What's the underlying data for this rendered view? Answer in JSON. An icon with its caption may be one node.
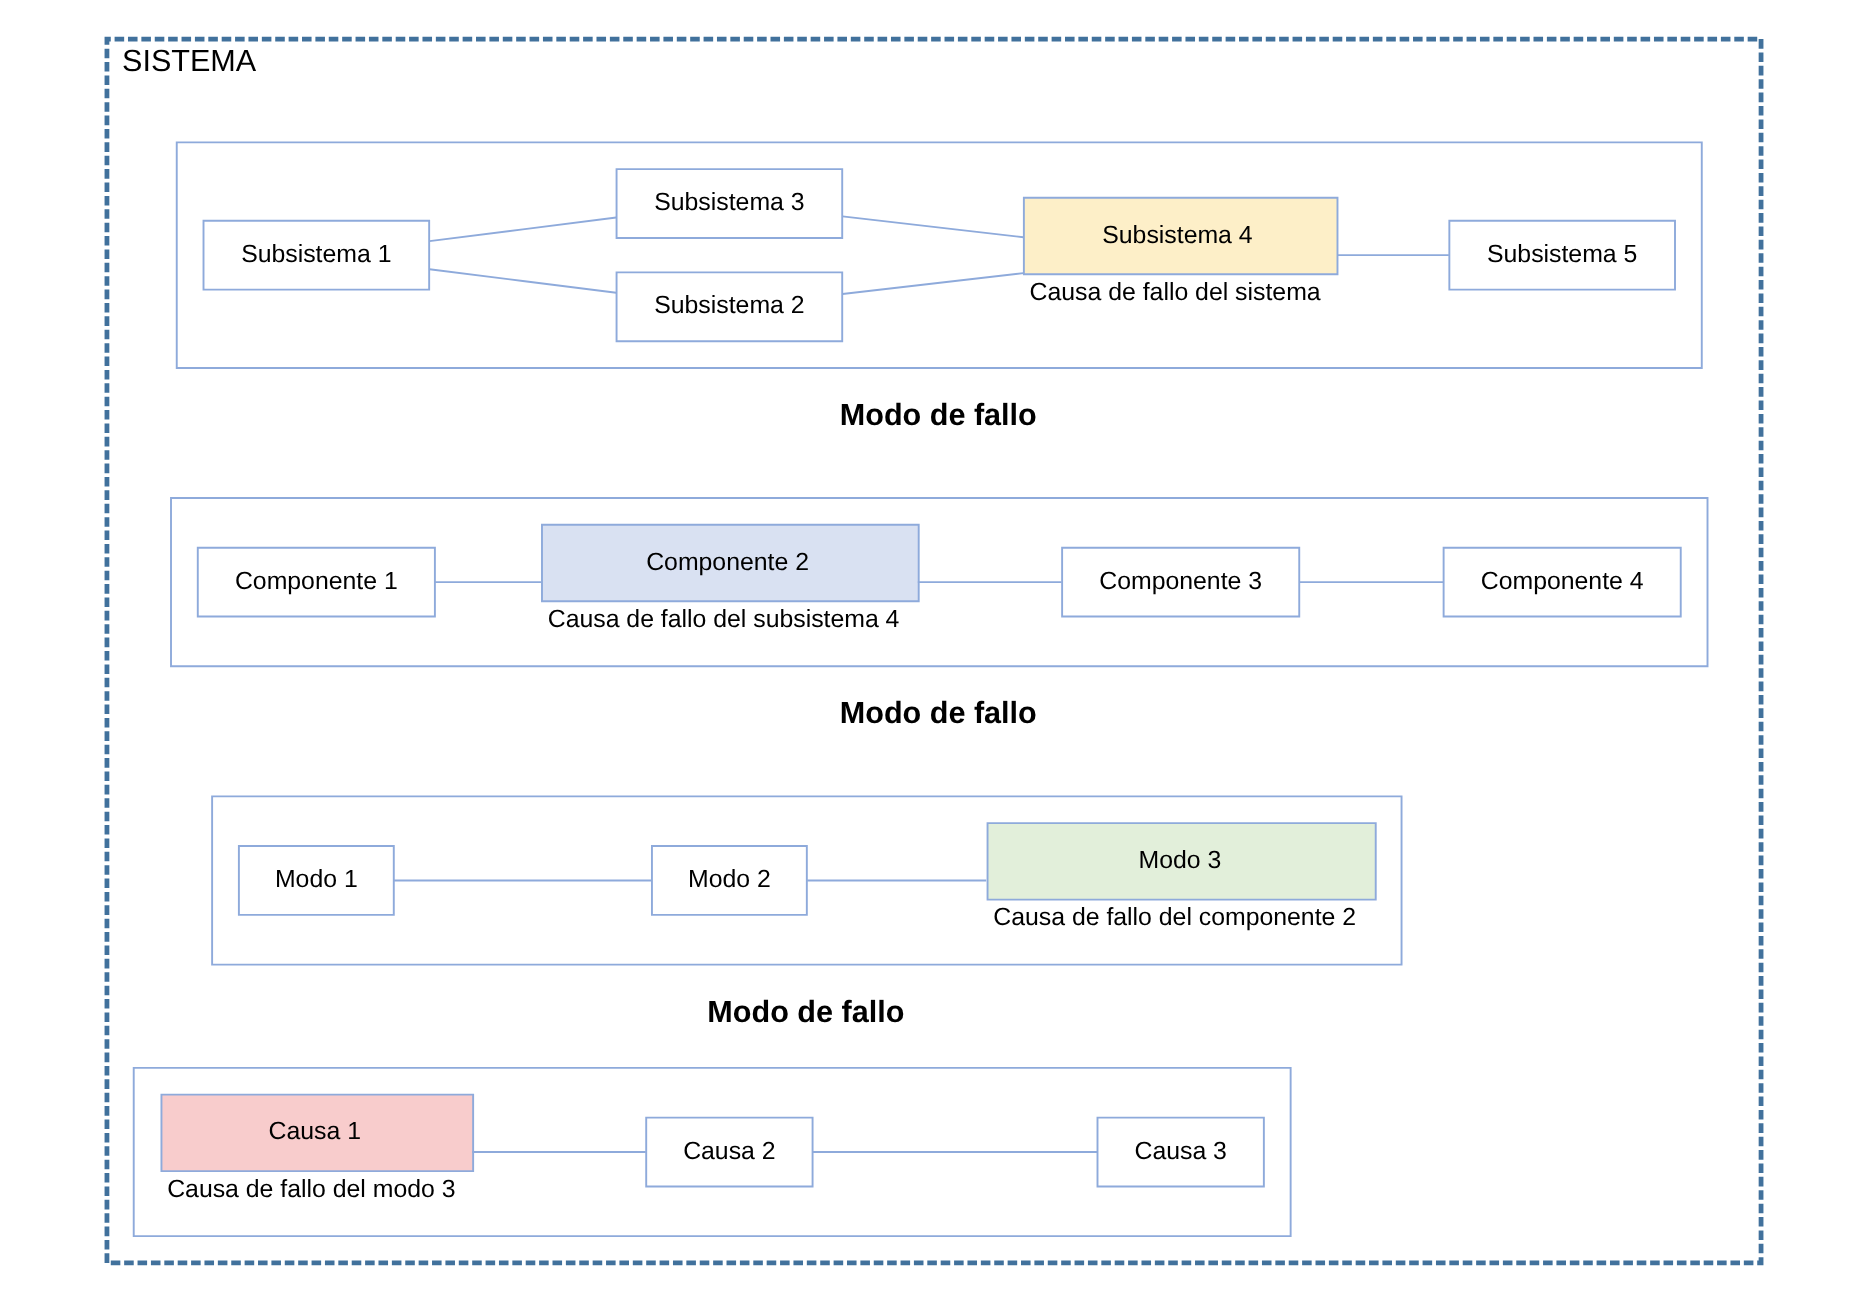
{
  "diagram": {
    "nodes": [
      {
        "text": [
          "SISTEMA"
        ]
      },
      {
        "text": [],
        "shape": "box",
        "in": 0
      },
      {
        "text": [
          "Subsistema 1"
        ],
        "in": 1
      },
      {
        "text": [
          "Subsistema 2"
        ],
        "in": 1
      },
      {
        "text": [
          "Subsistema 3"
        ],
        "in": 1
      },
      {
        "text": [
          "Subsistema 4"
        ],
        "in": 1,
        "beside": [
          "Causa de fallo del sistema"
        ]
      },
      {
        "text": [
          "Subsistema 5"
        ],
        "in": 1
      },
      {
        "text": [],
        "shape": "box",
        "in": 0
      },
      {
        "text": [
          "Componente 1"
        ],
        "in": 7
      },
      {
        "text": [
          "Componente 2"
        ],
        "in": 7,
        "beside": [
          "Causa de fallo del subsistema 4"
        ]
      },
      {
        "text": [
          "Componente 3"
        ],
        "in": 7
      },
      {
        "text": [
          "Componente 4"
        ],
        "in": 7
      },
      {
        "text": [],
        "shape": "box",
        "in": 0
      },
      {
        "text": [
          "Modo 1"
        ],
        "in": 12
      },
      {
        "text": [
          "Modo 2"
        ],
        "in": 12
      },
      {
        "text": [
          "Modo 3"
        ],
        "in": 12,
        "beside": [
          "Causa de fallo del componente 2"
        ]
      },
      {
        "text": [],
        "shape": "box",
        "in": 0
      },
      {
        "text": [
          "Causa 1"
        ],
        "in": 16,
        "beside": [
          "Causa de fallo del modo 3"
        ]
      },
      {
        "text": [
          "Causa 2"
        ],
        "in": 16
      },
      {
        "text": [
          "Causa 3"
        ],
        "in": 16
      }
    ],
    "edges": [
      {
        "from": 2,
        "to": 3,
        "arrow": "none"
      },
      {
        "from": 2,
        "to": 4,
        "arrow": "none"
      },
      {
        "from": 3,
        "to": 5,
        "arrow": "none"
      },
      {
        "from": 4,
        "to": 5,
        "arrow": "none"
      },
      {
        "from": 5,
        "to": 6,
        "arrow": "none"
      },
      {
        "from": 8,
        "to": 9,
        "arrow": "none"
      },
      {
        "from": 9,
        "to": 10,
        "arrow": "none"
      },
      {
        "from": 10,
        "to": 11,
        "arrow": "none"
      },
      {
        "from": 13,
        "to": 14,
        "arrow": "none"
      },
      {
        "from": 14,
        "to": 15,
        "arrow": "none"
      },
      {
        "from": 17,
        "to": 18,
        "arrow": "none"
      },
      {
        "from": 18,
        "to": 19,
        "arrow": "none"
      }
    ],
    "labels": [
      "Modo de fallo",
      "Modo de fallo",
      "Modo de fallo"
    ]
  }
}
